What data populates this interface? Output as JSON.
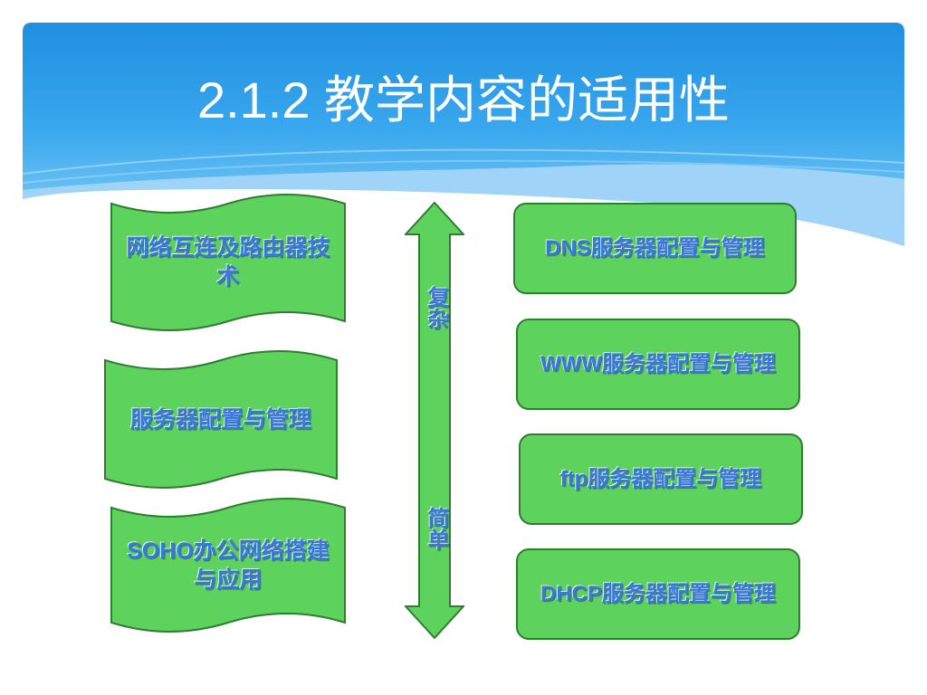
{
  "title": "2.1.2 教学内容的适用性",
  "left_items": [
    "网络互连及路由器技术",
    "服务器配置与管理",
    "SOHO办公网络搭建与应用"
  ],
  "arrow": {
    "top_label": "复杂",
    "bottom_label": "简单"
  },
  "right_items": [
    "DNS服务器配置与管理",
    "WWW服务器配置与管理",
    "ftp服务器配置与管理",
    "DHCP服务器配置与管理"
  ],
  "colors": {
    "header_blue": "#1f8fe0",
    "header_light": "#9fd3f7",
    "title_text": "#ffffff",
    "shape_fill": "#5dd25d",
    "shape_stroke": "#2f7d2f",
    "label_blue": "#3a78dc"
  }
}
